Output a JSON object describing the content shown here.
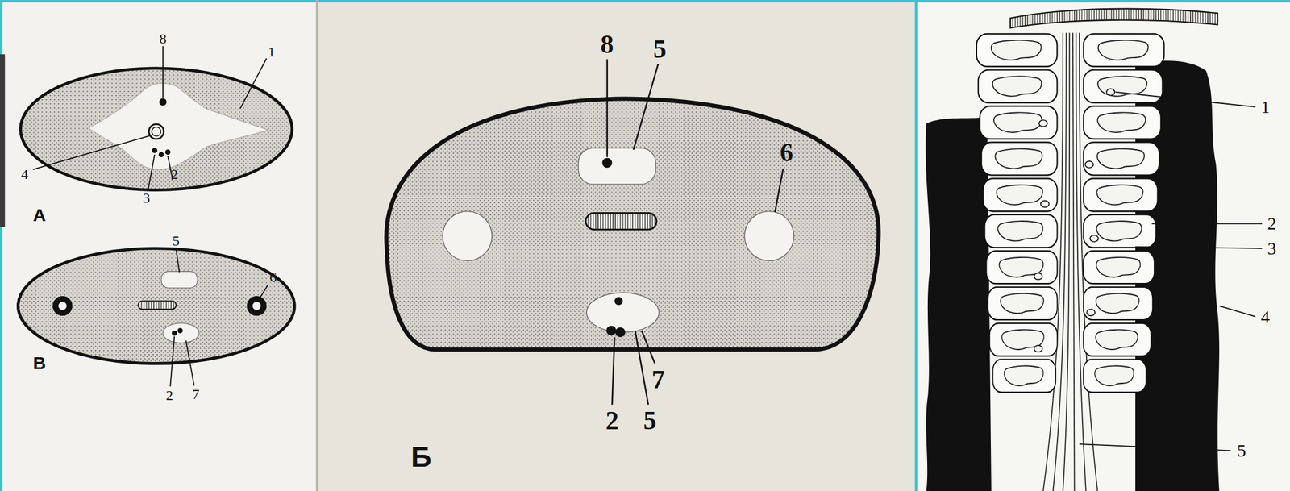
{
  "diagram": {
    "labels": [
      "8",
      "1",
      "4",
      "3",
      "2",
      "А",
      "5",
      "6",
      "В",
      "2",
      "7",
      "8",
      "5",
      "6",
      "7",
      "2",
      "5",
      "Б",
      "1",
      "2",
      "3",
      "4",
      "5"
    ]
  }
}
